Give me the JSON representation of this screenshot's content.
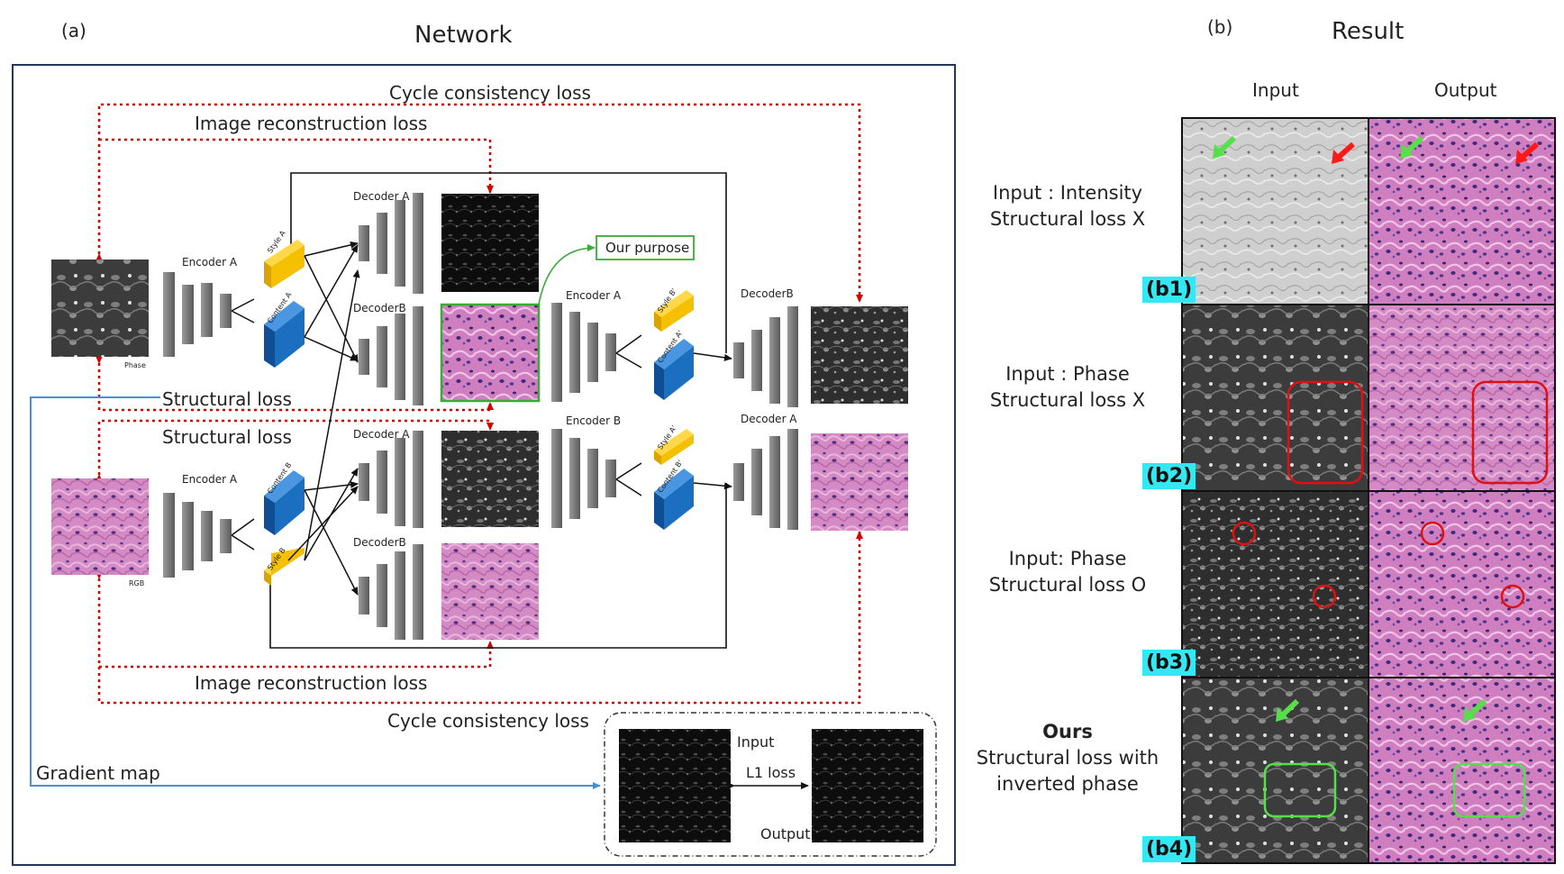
{
  "panel_a": {
    "letter": "(a)",
    "title": "Network",
    "labels": {
      "cycle_top": "Cycle consistency loss",
      "recon_top": "Image reconstruction loss",
      "structural_1": "Structural loss",
      "structural_2": "Structural loss",
      "recon_bottom": "Image reconstruction loss",
      "cycle_bottom": "Cycle consistency loss",
      "gradient_map": "Gradient map",
      "our_purpose": "Our purpose",
      "phase": "Phase",
      "rgb": "RGB",
      "inset_input": "Input",
      "inset_l1": "L1 loss",
      "inset_output": "Output"
    },
    "blocks": {
      "encoder_a_1": "Encoder A",
      "encoder_a_2": "Encoder A",
      "encoder_a_3": "Encoder A",
      "encoder_b": "Encoder B",
      "decoder_a_1": "Decoder A",
      "decoder_b_1": "DecoderB",
      "decoder_a_2": "Decoder A",
      "decoder_b_2": "DecoderB",
      "decoder_b_3": "DecoderB",
      "decoder_a_3": "Decoder A",
      "style_a": "Style A",
      "content_a": "Content A",
      "content_b": "Content B",
      "style_b": "Style B",
      "style_b_prime": "Style B'",
      "content_a_prime": "Content A'",
      "style_a_prime": "Style A'",
      "content_b_prime": "Content B'"
    }
  },
  "panel_b": {
    "letter": "(b)",
    "title": "Result",
    "col_input": "Input",
    "col_output": "Output",
    "rows": [
      {
        "tag": "(b1)",
        "line1": "Input : Intensity",
        "line2": "Structural loss X",
        "line3": ""
      },
      {
        "tag": "(b2)",
        "line1": "Input : Phase",
        "line2": "Structural loss X",
        "line3": ""
      },
      {
        "tag": "(b3)",
        "line1": "Input: Phase",
        "line2": "Structural loss O",
        "line3": ""
      },
      {
        "tag": "(b4)",
        "line1": "Ours",
        "line2": "Structural loss with",
        "line3": "inverted phase"
      }
    ]
  },
  "colors": {
    "frame": "#1f3a5a",
    "loss_arrow": "#d40000",
    "gradient_line": "#4a8fd0",
    "style_block": "#f5c000",
    "content_block": "#1b6fc0",
    "purpose_box": "#3aaa3a",
    "tag_bg": "#33e8f2",
    "he_pink": "#d987c6"
  }
}
